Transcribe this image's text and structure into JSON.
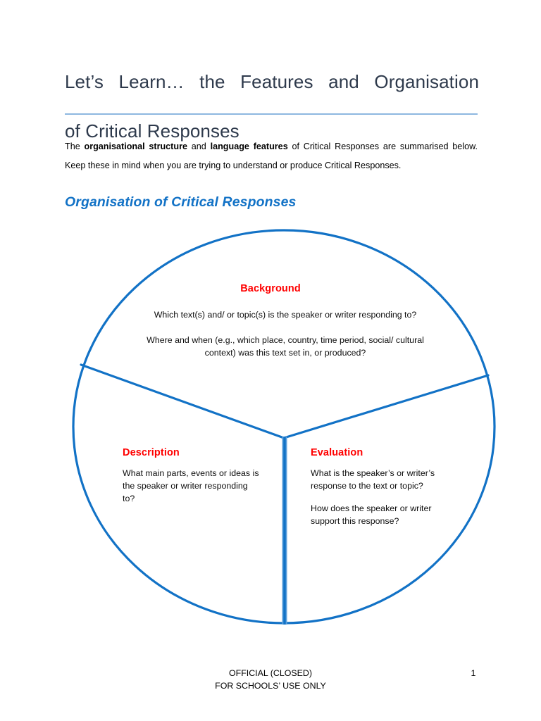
{
  "document": {
    "title_line1": "Let’s Learn… the Features and Organisation",
    "title_line2": "of Critical Responses",
    "intro_part1": "The ",
    "intro_bold1": "organisational structure",
    "intro_part2": " and ",
    "intro_bold2": "language features",
    "intro_part3": " of Critical Responses are summarised below. Keep these in mind when you are trying to understand or produce Critical Responses.",
    "section_heading": "Organisation of Critical Responses"
  },
  "colors": {
    "title": "#2e3a4c",
    "rule": "#8eb8e0",
    "heading_blue": "#1272c6",
    "diagram_blue": "#1272c6",
    "segment_label_red": "#ff0000",
    "body_text": "#0d0d0d",
    "page_background": "#ffffff"
  },
  "diagram": {
    "type": "pie",
    "shape": "circle-three-segments",
    "segments": [
      {
        "id": "background",
        "label": "Background",
        "position": "top",
        "lines": [
          "Which text(s) and/ or topic(s) is the speaker or writer responding to?",
          "Where and when (e.g., which place, country, time period, social/ cultural context) was this text set in, or produced?"
        ]
      },
      {
        "id": "description",
        "label": "Description",
        "position": "bottom-left",
        "lines": [
          "What main parts, events or ideas is the speaker or writer responding to?"
        ]
      },
      {
        "id": "evaluation",
        "label": "Evaluation",
        "position": "bottom-right",
        "lines": [
          "What is the speaker’s or writer’s response to the text or topic?",
          "How does the speaker or writer support this response?"
        ]
      }
    ]
  },
  "footer": {
    "line1": "OFFICIAL (CLOSED)",
    "line2": "FOR SCHOOLS’ USE ONLY",
    "page_number": "1"
  }
}
